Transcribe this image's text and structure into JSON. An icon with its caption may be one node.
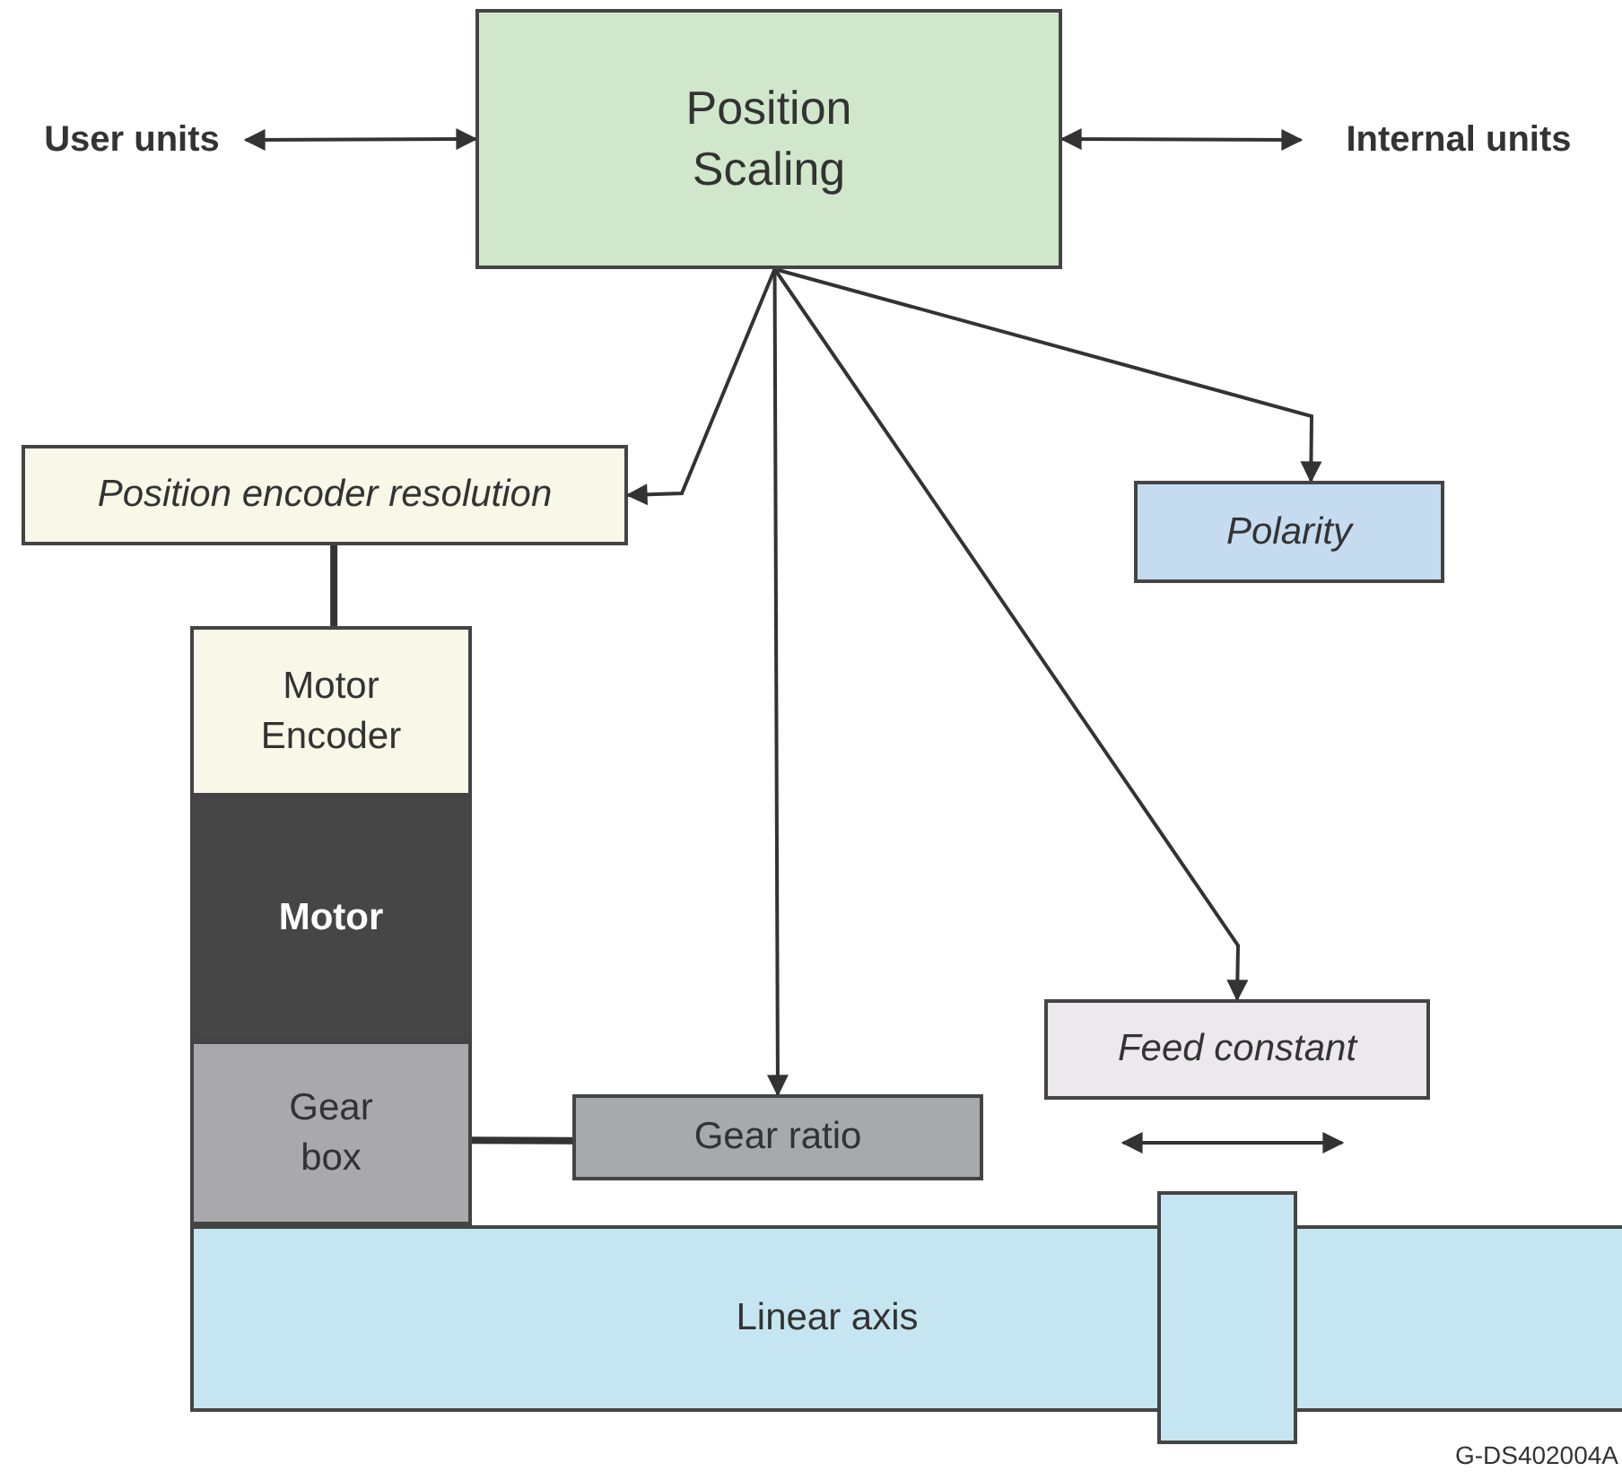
{
  "diagram": {
    "nodes": [
      {
        "text": [
          "User units"
        ]
      },
      {
        "text": [
          "Position Scaling"
        ]
      },
      {
        "text": [
          "Internal units"
        ]
      },
      {
        "text": [
          "Position encoder resolution"
        ]
      },
      {
        "text": [
          "Polarity"
        ]
      },
      {
        "text": [
          "Motor Encoder"
        ]
      },
      {
        "text": [
          "Motor"
        ]
      },
      {
        "text": [
          "Gear box"
        ]
      },
      {
        "text": [
          "Gear ratio"
        ]
      },
      {
        "text": [
          "Feed constant"
        ]
      },
      {
        "text": [
          "Linear axis"
        ]
      },
      {
        "text": [],
        "shape": "box"
      }
    ],
    "edges": [
      {
        "from": 0,
        "to": 1,
        "arrow": "both"
      },
      {
        "from": 1,
        "to": 2,
        "arrow": "both"
      },
      {
        "from": 1,
        "to": 3,
        "arrow": "to"
      },
      {
        "from": 1,
        "to": 8,
        "arrow": "to"
      },
      {
        "from": 1,
        "to": 9,
        "arrow": "to"
      },
      {
        "from": 1,
        "to": 4,
        "arrow": "to"
      },
      {
        "from": 3,
        "to": 5,
        "arrow": "none",
        "style": "thick"
      },
      {
        "from": 7,
        "to": 8,
        "arrow": "none",
        "style": "thick"
      }
    ],
    "labels": [
      "G-DS402004A"
    ]
  }
}
